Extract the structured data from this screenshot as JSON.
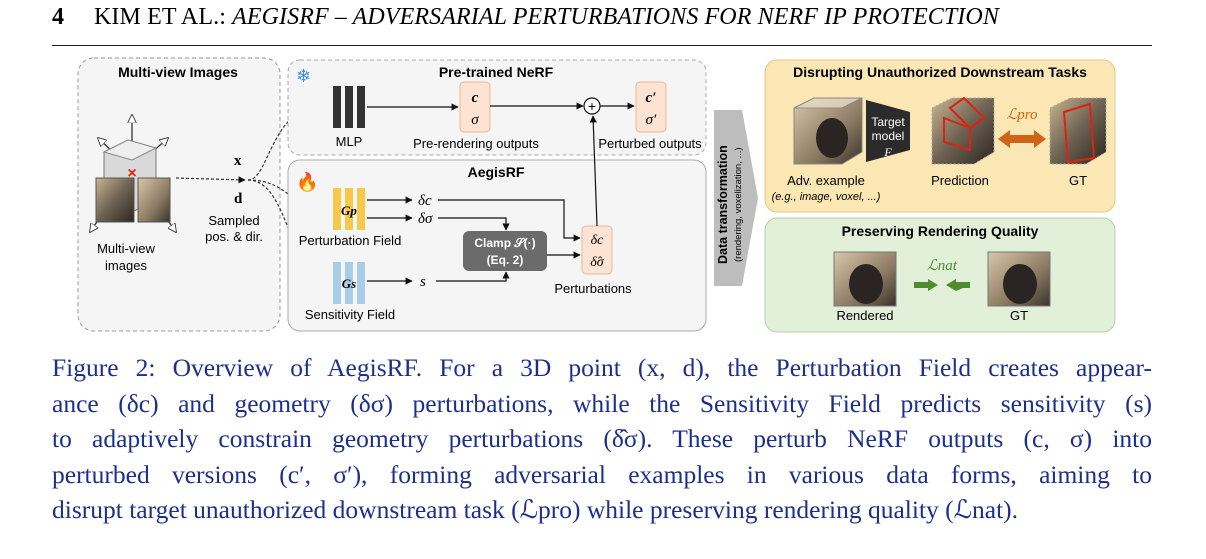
{
  "header": {
    "page_number": "4",
    "authors": "KIM ET AL.:",
    "title": "AEGISRF – ADVERSARIAL PERTURBATIONS FOR NERF IP PROTECTION"
  },
  "figure": {
    "multiview": {
      "title": "Multi-view Images",
      "images_label_1": "Multi-view",
      "images_label_2": "images",
      "x_label": "x",
      "d_label": "d",
      "sampled_1": "Sampled",
      "sampled_2": "pos. & dir."
    },
    "nerf": {
      "title": "Pre-trained NeRF",
      "mlp_label": "MLP",
      "pre_outputs_label": "Pre-rendering outputs",
      "c": "c",
      "sigma": "σ",
      "c_prime": "c′",
      "sigma_prime": "σ′",
      "perturbed_outputs_label": "Perturbed outputs",
      "plus": "+"
    },
    "aegis": {
      "title": "AegisRF",
      "gp": "Gp",
      "gs": "Gs",
      "perturbation_field_label": "Perturbation Field",
      "sensitivity_field_label": "Sensitivity Field",
      "delta_c": "δc",
      "delta_sigma": "δσ",
      "s": "s",
      "clamp_1": "Clamp 𝒮(·)",
      "clamp_2": "(Eq. 2)",
      "pert_c": "δc",
      "pert_sigma": "δ̂σ",
      "perturbations_label": "Perturbations"
    },
    "transform": {
      "title": "Data transformation",
      "subtitle": "(rendering, voxelization, ...)"
    },
    "disrupt": {
      "title": "Disrupting Unauthorized Downstream Tasks",
      "target_model_1": "Target",
      "target_model_2": "model",
      "target_model_3": "F",
      "adv_example_label": "Adv. example",
      "adv_example_sub": "(e.g., image, voxel, ...)",
      "prediction_label": "Prediction",
      "gt_label": "GT",
      "loss_label": "ℒpro"
    },
    "preserve": {
      "title": "Preserving Rendering Quality",
      "rendered_label": "Rendered",
      "gt_label": "GT",
      "loss_label": "ℒnat"
    },
    "colors": {
      "yellow_panel": "#fbe7b4",
      "green_panel": "#e2efd9",
      "gp_bar": "#f6c94a",
      "gs_bar": "#a9cce9",
      "clamp_box": "#6b6b6b",
      "orange_arrow": "#cf6418",
      "green_arrow": "#4f8c2d"
    }
  },
  "caption": {
    "lines": [
      "Figure 2:  Overview of AegisRF. For a 3D point (x, d), the Perturbation Field creates appear-",
      "ance (δc) and geometry (δσ) perturbations, while the Sensitivity Field predicts sensitivity (s)",
      "to adaptively constrain geometry perturbations (δ̂σ). These perturb NeRF outputs (c, σ) into",
      "perturbed versions (c′, σ′), forming adversarial examples in various data forms, aiming to",
      "disrupt target unauthorized downstream task (ℒpro) while preserving rendering quality (ℒnat)."
    ]
  }
}
